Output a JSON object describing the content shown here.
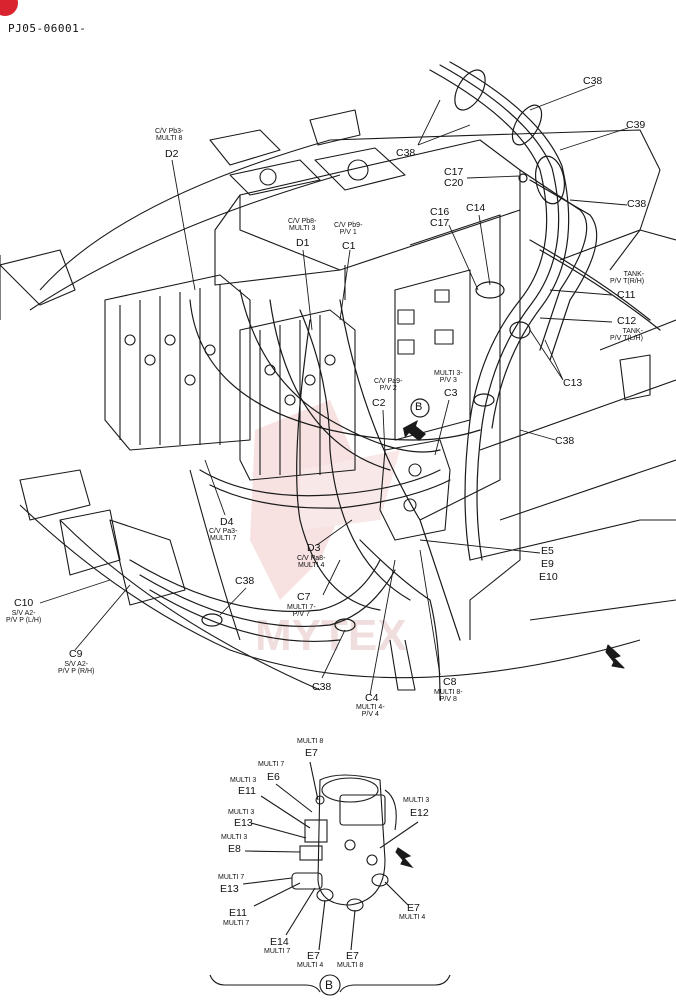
{
  "page_code": "PJ05-06001-",
  "detail_marker": "B",
  "watermark_text": "MYTEX",
  "colors": {
    "line": "#1a1a1a",
    "watermark": "#e8b4b4",
    "badge": "#d9232e"
  },
  "labels": {
    "c38_1": "C38",
    "c38_2": "C38",
    "c38_3": "C38",
    "c38_4": "C38",
    "c38_5": "C38",
    "c38_6": "C38",
    "c39": "C39",
    "c17_a": "C17",
    "c20": "C20",
    "c16": "C16",
    "c17_b": "C17",
    "c14": "C14",
    "c11": "C11",
    "c12": "C12",
    "c13": "C13",
    "c11_desc": "TANK-\nP/V T(R/H)",
    "c12_desc": "TANK-\nP/V T(L/H)",
    "d2_desc": "C/V Pb3-\nMULTI 8",
    "d2": "D2",
    "d1_desc": "C/V Pb8-\nMULTI 3",
    "d1": "D1",
    "c1_desc": "C/V Pb9-\nP/V 1",
    "c1": "C1",
    "c2_desc": "C/V Pa9-\nP/V 2",
    "c2": "C2",
    "c3_desc": "MULTI 3-\nP/V 3",
    "c3": "C3",
    "d4": "D4",
    "d4_desc": "C/V Pa3-\nMULTI 7",
    "d3": "D3",
    "d3_desc": "C/V Pa8-\nMULTI 4",
    "c7": "C7",
    "c7_desc": "MULTI 7-\nP/V 7",
    "c10": "C10",
    "c10_desc": "S/V A2-\nP/V P (L/H)",
    "c9": "C9",
    "c9_desc": "S/V A2-\nP/V P (R/H)",
    "c4": "C4",
    "c4_desc": "MULTI 4-\nP/V 4",
    "c8": "C8",
    "c8_desc": "MULTI 8-\nP/V 8",
    "e5": "E5",
    "e9": "E9",
    "e10": "E10",
    "b_e7_top_desc": "MULTI 8",
    "b_e7_top": "E7",
    "b_e6_desc": "MULTI 7",
    "b_e6": "E6",
    "b_e11_top_desc": "MULTI 3",
    "b_e11_top": "E11",
    "b_e13_top_desc": "MULTI 3",
    "b_e13_top": "E13",
    "b_e8_desc": "MULTI 3",
    "b_e8": "E8",
    "b_e13_bot_desc": "MULTI 7",
    "b_e13_bot": "E13",
    "b_e11_bot": "E11",
    "b_e11_bot_desc": "MULTI 7",
    "b_e14": "E14",
    "b_e14_desc": "MULTI 7",
    "b_e7_bot1": "E7",
    "b_e7_bot1_desc": "MULTI 4",
    "b_e7_bot2": "E7",
    "b_e7_bot2_desc": "MULTI 8",
    "b_e12_desc": "MULTI 3",
    "b_e12": "E12",
    "b_e7_right": "E7",
    "b_e7_right_desc": "MULTI 4"
  }
}
